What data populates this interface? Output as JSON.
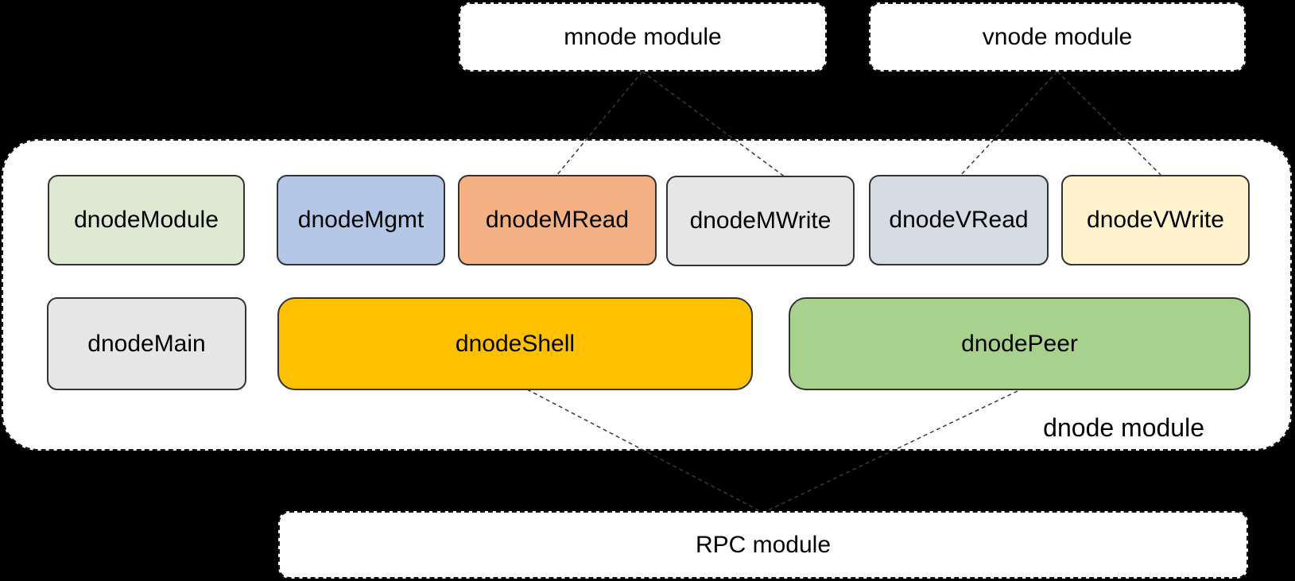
{
  "diagram": {
    "external_modules": {
      "mnode": "mnode module",
      "vnode": "vnode module",
      "rpc": "RPC module"
    },
    "dnode_module": {
      "label": "dnode module",
      "components": [
        {
          "name": "dnodeModule",
          "color": "#dde9d3"
        },
        {
          "name": "dnodeMgmt",
          "color": "#b4c7e7"
        },
        {
          "name": "dnodeMRead",
          "color": "#f4b183"
        },
        {
          "name": "dnodeMWrite",
          "color": "#e7e6e6"
        },
        {
          "name": "dnodeVRead",
          "color": "#d6dce4"
        },
        {
          "name": "dnodeVWrite",
          "color": "#fff2cc"
        },
        {
          "name": "dnodeMain",
          "color": "#e7e6e6"
        },
        {
          "name": "dnodeShell",
          "color": "#ffc000"
        },
        {
          "name": "dnodePeer",
          "color": "#a9d18e"
        }
      ]
    },
    "connections": [
      {
        "from": "mnode module",
        "to": "dnodeMRead"
      },
      {
        "from": "mnode module",
        "to": "dnodeMWrite"
      },
      {
        "from": "vnode module",
        "to": "dnodeVRead"
      },
      {
        "from": "vnode module",
        "to": "dnodeVWrite"
      },
      {
        "from": "dnodeShell",
        "to": "RPC module"
      },
      {
        "from": "dnodePeer",
        "to": "RPC module"
      }
    ],
    "colors": {
      "background": "#000000",
      "box_fill": "#ffffff",
      "border": "#333333"
    }
  }
}
